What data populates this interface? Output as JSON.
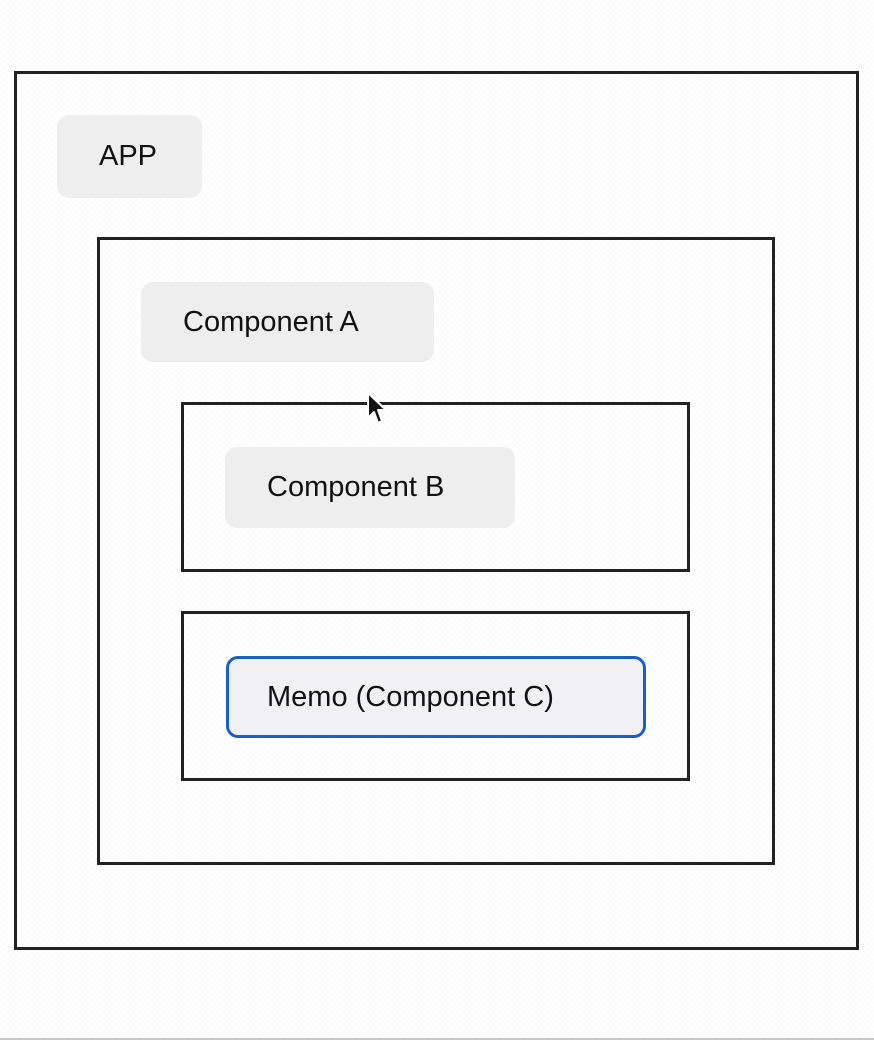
{
  "diagram": {
    "app": {
      "label": "APP"
    },
    "component_a": {
      "label": "Component A"
    },
    "component_b": {
      "label": "Component B"
    },
    "component_c": {
      "label": "Memo (Component C)"
    }
  },
  "colors": {
    "frame_border": "#222222",
    "label_background": "#eeeeef",
    "memo_highlight": "#1a5fc3"
  },
  "icons": {
    "cursor": "mouse-pointer-icon"
  }
}
